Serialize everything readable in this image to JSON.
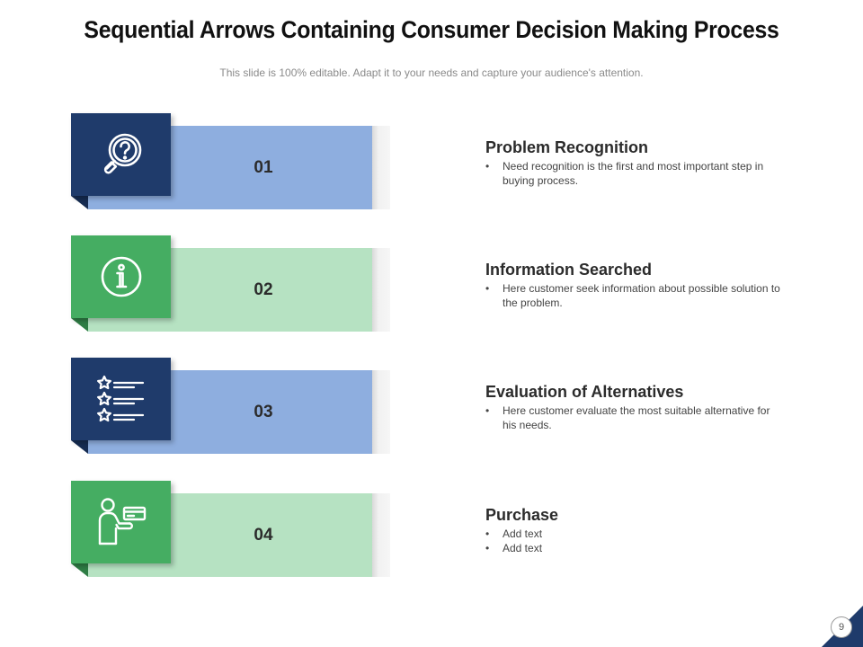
{
  "slide": {
    "title": "Sequential Arrows Containing Consumer Decision Making Process",
    "subtitle": "This slide is 100% editable. Adapt it to your needs and capture your audience's attention.",
    "page_number": "9"
  },
  "colors": {
    "navy": "#1f3b6b",
    "navy_dark": "#162c52",
    "light_blue": "#8eaedf",
    "green": "#45ad62",
    "green_dark": "#2f7d45",
    "light_green": "#b6e2c2"
  },
  "steps": [
    {
      "number": "01",
      "icon": "magnifier-question-icon",
      "heading": "Problem Recognition",
      "bullets": [
        "Need recognition is the first and most important step in buying process."
      ]
    },
    {
      "number": "02",
      "icon": "info-icon",
      "heading": "Information Searched",
      "bullets": [
        "Here customer seek information about possible solution to the problem."
      ]
    },
    {
      "number": "03",
      "icon": "star-list-icon",
      "heading": "Evaluation of Alternatives",
      "bullets": [
        "Here customer evaluate the most suitable alternative for his needs."
      ]
    },
    {
      "number": "04",
      "icon": "person-card-icon",
      "heading": "Purchase",
      "bullets": [
        "Add text",
        "Add text"
      ]
    }
  ]
}
